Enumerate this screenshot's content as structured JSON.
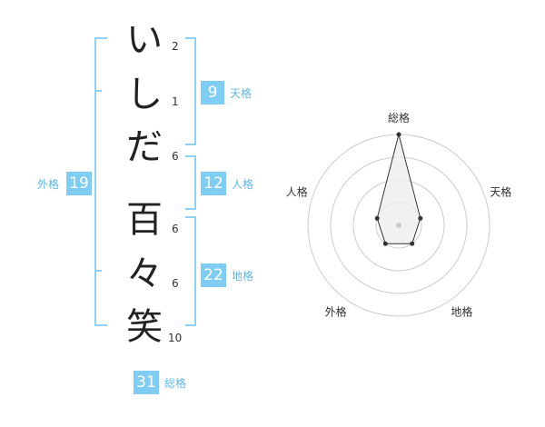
{
  "name_chars": [
    {
      "char": "い",
      "strokes": "2"
    },
    {
      "char": "し",
      "strokes": "1"
    },
    {
      "char": "だ",
      "strokes": "6"
    },
    {
      "char": "百",
      "strokes": "6"
    },
    {
      "char": "々",
      "strokes": "6"
    },
    {
      "char": "笑",
      "strokes": "10"
    }
  ],
  "kakusu": {
    "tenkaku": {
      "label": "天格",
      "value": "9"
    },
    "jinkaku": {
      "label": "人格",
      "value": "12"
    },
    "chikaku": {
      "label": "地格",
      "value": "22"
    },
    "gaikaku": {
      "label": "外格",
      "value": "19"
    },
    "soukaku": {
      "label": "総格",
      "value": "31"
    }
  },
  "radar": {
    "axes": [
      "総格",
      "天格",
      "地格",
      "外格",
      "人格"
    ],
    "values": [
      4,
      1,
      1,
      1,
      1
    ],
    "max": 4,
    "rings": 4,
    "colors": {
      "ring": "#cccccc",
      "fill": "#eeeeee",
      "stroke": "#333333",
      "center": "#cccccc"
    }
  }
}
